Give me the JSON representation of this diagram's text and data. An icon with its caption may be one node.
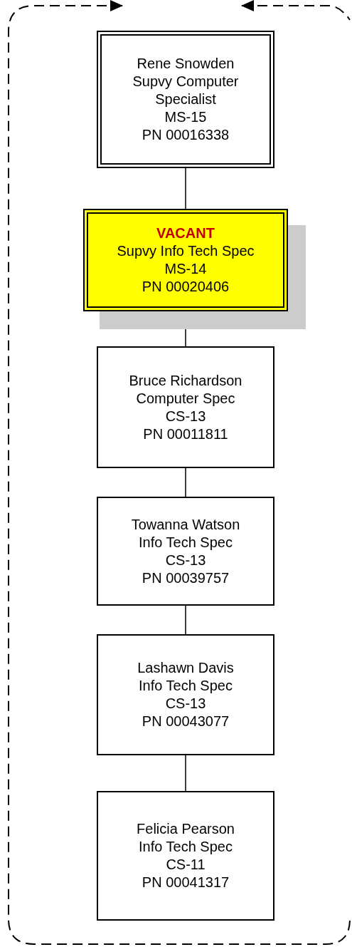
{
  "diagram": {
    "nodes": [
      {
        "text": [
          "Rene Snowden",
          "Supvy Computer Specialist",
          "MS-15",
          "PN 00016338"
        ]
      },
      {
        "text": [
          "VACANT",
          "Supvy Info Tech Spec",
          "MS-14",
          "PN 00020406"
        ]
      },
      {
        "text": [
          "Bruce Richardson",
          "Computer Spec",
          "CS-13",
          "PN 00011811"
        ]
      },
      {
        "text": [
          "Towanna Watson",
          "Info Tech Spec",
          "CS-13",
          "PN 00039757"
        ]
      },
      {
        "text": [
          "Lashawn Davis",
          "Info Tech Spec",
          "CS-13",
          "PN 00043077"
        ]
      },
      {
        "text": [
          "Felicia Pearson",
          "Info Tech Spec",
          "CS-11",
          "PN 00041317"
        ]
      }
    ],
    "edges": [
      {
        "from": 0,
        "to": 1,
        "arrow": "none"
      },
      {
        "from": 1,
        "to": 2,
        "arrow": "none"
      },
      {
        "from": 2,
        "to": 3,
        "arrow": "none"
      },
      {
        "from": 3,
        "to": 4,
        "arrow": "none"
      },
      {
        "from": 4,
        "to": 5,
        "arrow": "none"
      }
    ]
  }
}
